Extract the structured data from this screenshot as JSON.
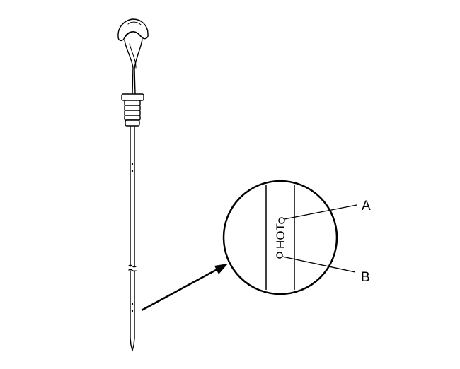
{
  "diagram": {
    "subject": "dipstick",
    "detail_marking": "HOT",
    "callouts": [
      {
        "label": "A"
      },
      {
        "label": "B"
      }
    ]
  },
  "colors": {
    "line": "#000000",
    "background": "#ffffff"
  }
}
